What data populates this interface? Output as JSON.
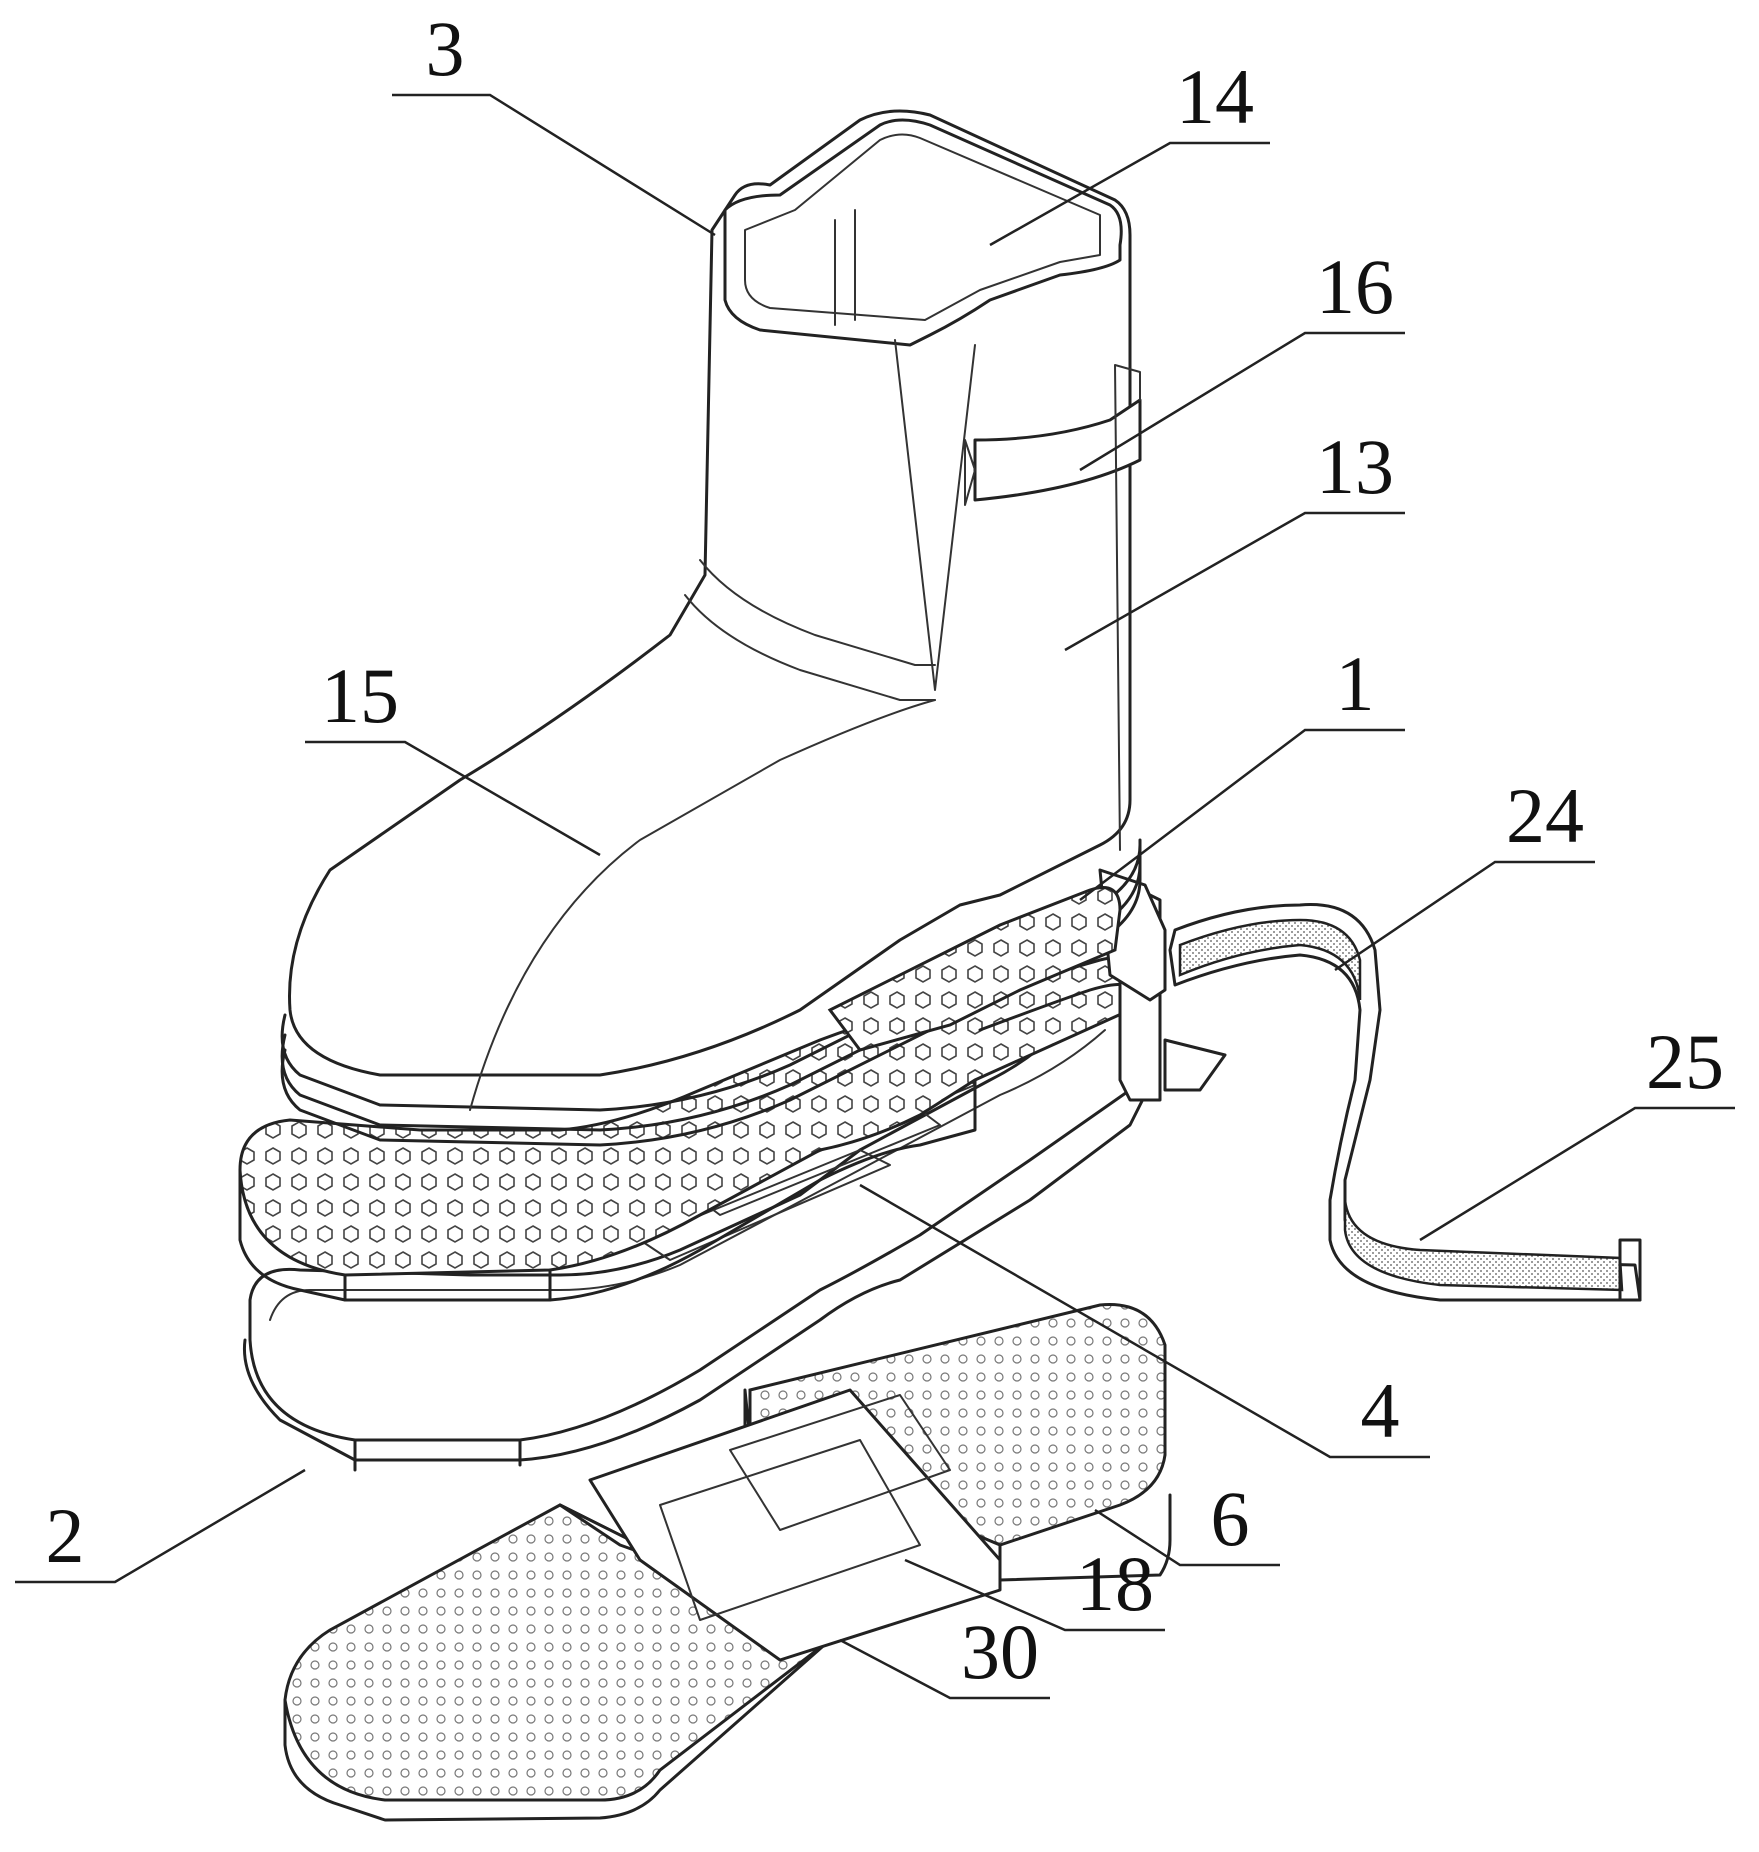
{
  "callouts": [
    {
      "id": "3",
      "text": "3"
    },
    {
      "id": "14",
      "text": "14"
    },
    {
      "id": "16",
      "text": "16"
    },
    {
      "id": "13",
      "text": "13"
    },
    {
      "id": "15",
      "text": "15"
    },
    {
      "id": "1",
      "text": "1"
    },
    {
      "id": "24",
      "text": "24"
    },
    {
      "id": "25",
      "text": "25"
    },
    {
      "id": "4",
      "text": "4"
    },
    {
      "id": "6",
      "text": "6"
    },
    {
      "id": "18",
      "text": "18"
    },
    {
      "id": "2",
      "text": "2"
    },
    {
      "id": "30",
      "text": "30"
    }
  ]
}
